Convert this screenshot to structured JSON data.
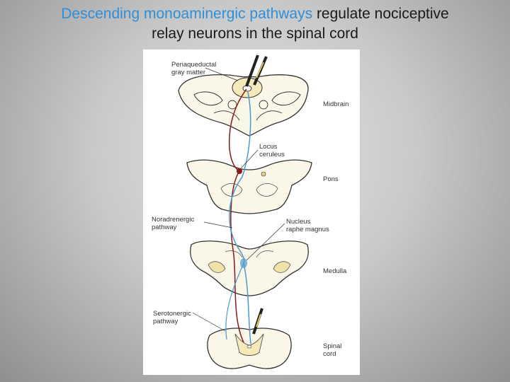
{
  "title": {
    "highlight": "Descending monoaminergic pathways",
    "rest": " regulate nociceptive",
    "line2": "relay neurons in the spinal cord"
  },
  "colors": {
    "title_highlight": "#2f8fd8",
    "title_text": "#1a1a1a",
    "noradrenergic_path": "#8b1a1a",
    "serotonergic_path": "#4a9ad0",
    "tissue_fill": "#faf6e8",
    "nucleus_fill": "#f4e9b8"
  },
  "labels": {
    "periaqueductal_1": "Periaqueductal",
    "periaqueductal_2": "gray matter",
    "midbrain": "Midbrain",
    "locus_1": "Locus",
    "locus_2": "ceruleus",
    "pons": "Pons",
    "noradrenergic_1": "Noradrenergic",
    "noradrenergic_2": "pathway",
    "raphe_1": "Nucleus",
    "raphe_2": "raphe magnus",
    "medulla": "Medulla",
    "serotonergic_1": "Serotonergic",
    "serotonergic_2": "pathway",
    "spinal_1": "Spinal",
    "spinal_2": "cord"
  }
}
